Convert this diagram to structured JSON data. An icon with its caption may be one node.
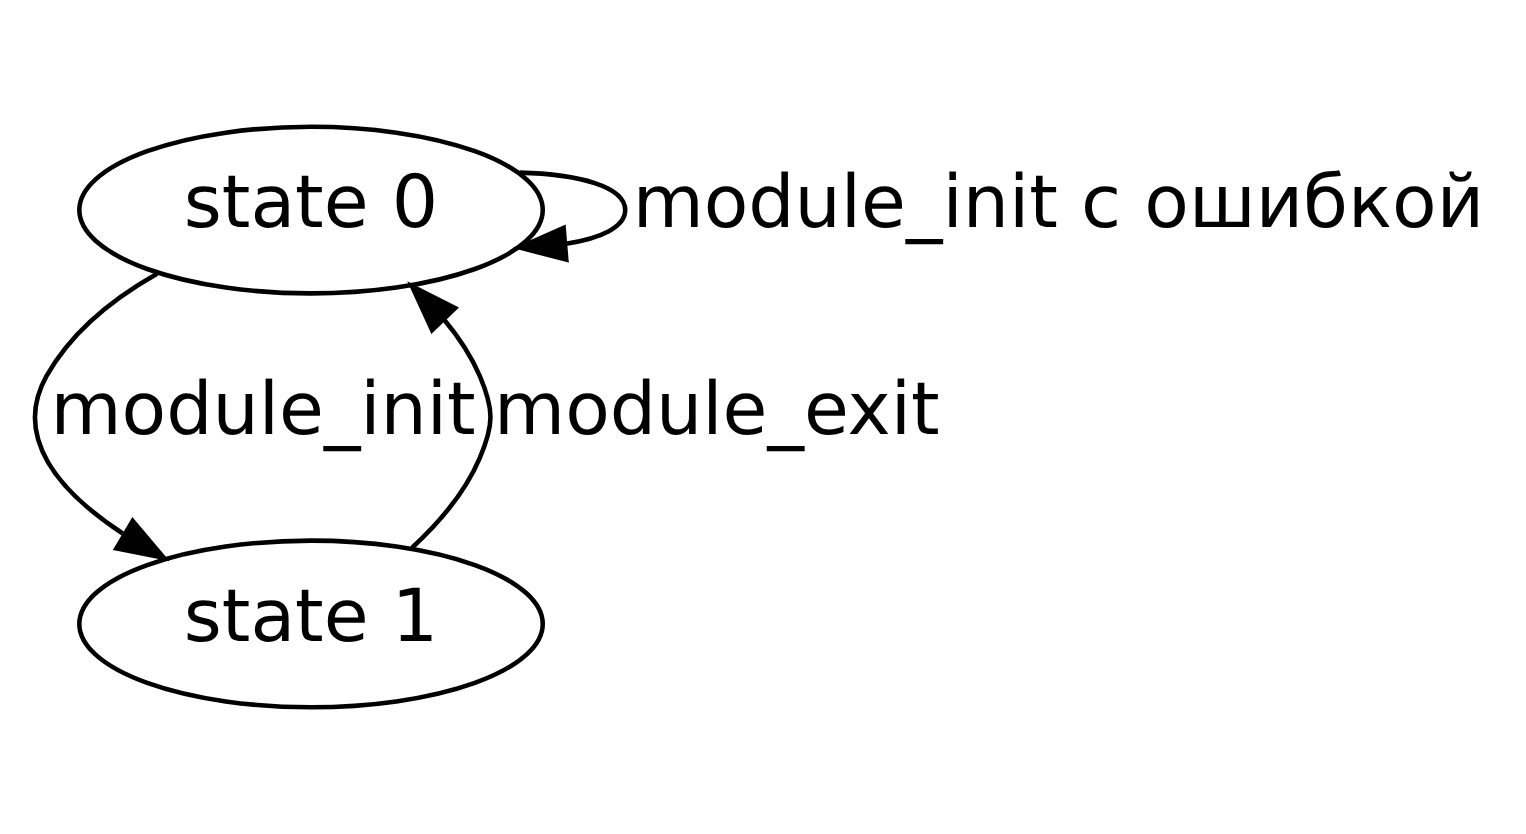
{
  "diagram": {
    "nodes": [
      {
        "text": [
          "state 0"
        ]
      },
      {
        "text": [
          "state 1"
        ]
      }
    ],
    "edges": [
      {
        "from": 0,
        "to": 0,
        "arrow": "to",
        "label": "module_init с ошибкой"
      },
      {
        "from": 0,
        "to": 1,
        "arrow": "to",
        "label": "module_init"
      },
      {
        "from": 1,
        "to": 0,
        "arrow": "to",
        "label": "module_exit"
      }
    ]
  }
}
